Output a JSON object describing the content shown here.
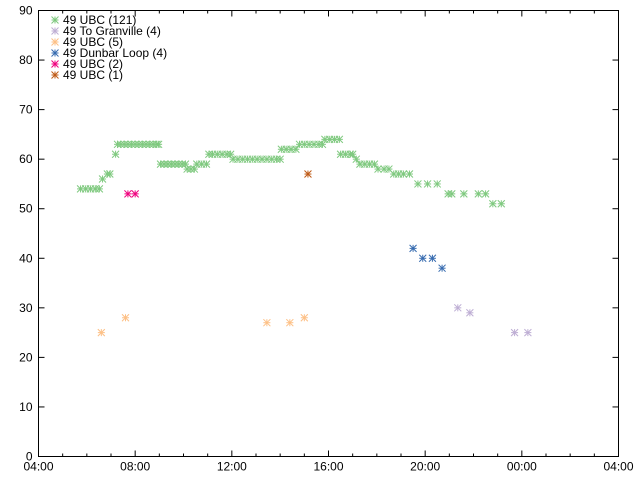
{
  "chart_data": {
    "type": "scatter",
    "title": "",
    "xlabel": "",
    "ylabel": "",
    "x_unit": "hours",
    "xlim": [
      4,
      28
    ],
    "ylim": [
      0,
      90
    ],
    "x_ticks": [
      4,
      8,
      12,
      16,
      20,
      24,
      28
    ],
    "x_tick_labels": [
      "04:00",
      "08:00",
      "12:00",
      "16:00",
      "20:00",
      "00:00",
      "04:00"
    ],
    "y_ticks": [
      0,
      10,
      20,
      30,
      40,
      50,
      60,
      70,
      80,
      90
    ],
    "y_tick_labels": [
      "0",
      "10",
      "20",
      "30",
      "40",
      "50",
      "60",
      "70",
      "80",
      "90"
    ],
    "grid": false,
    "legend_position": "top-left",
    "series": [
      {
        "name": "49 UBC (121)",
        "color": "#7fc97f",
        "points": [
          [
            5.74,
            54
          ],
          [
            5.95,
            54
          ],
          [
            6.15,
            54
          ],
          [
            6.35,
            54
          ],
          [
            6.52,
            54
          ],
          [
            6.65,
            56
          ],
          [
            6.85,
            57
          ],
          [
            6.95,
            57
          ],
          [
            7.19,
            61
          ],
          [
            7.27,
            63
          ],
          [
            7.4,
            63
          ],
          [
            7.55,
            63
          ],
          [
            7.7,
            63
          ],
          [
            7.85,
            63
          ],
          [
            8.0,
            63
          ],
          [
            8.15,
            63
          ],
          [
            8.3,
            63
          ],
          [
            8.45,
            63
          ],
          [
            8.6,
            63
          ],
          [
            8.75,
            63
          ],
          [
            8.9,
            63
          ],
          [
            8.97,
            63
          ],
          [
            9.05,
            59
          ],
          [
            9.2,
            59
          ],
          [
            9.35,
            59
          ],
          [
            9.5,
            59
          ],
          [
            9.65,
            59
          ],
          [
            9.8,
            59
          ],
          [
            9.95,
            59
          ],
          [
            10.08,
            59
          ],
          [
            10.15,
            58
          ],
          [
            10.3,
            58
          ],
          [
            10.45,
            58
          ],
          [
            10.55,
            59
          ],
          [
            10.75,
            59
          ],
          [
            10.95,
            59
          ],
          [
            11.05,
            61
          ],
          [
            11.2,
            61
          ],
          [
            11.4,
            61
          ],
          [
            11.6,
            61
          ],
          [
            11.8,
            61
          ],
          [
            11.95,
            61
          ],
          [
            12.05,
            60
          ],
          [
            12.25,
            60
          ],
          [
            12.45,
            60
          ],
          [
            12.65,
            60
          ],
          [
            12.85,
            60
          ],
          [
            13.05,
            60
          ],
          [
            13.25,
            60
          ],
          [
            13.45,
            60
          ],
          [
            13.65,
            60
          ],
          [
            13.85,
            60
          ],
          [
            14.0,
            60
          ],
          [
            14.05,
            62
          ],
          [
            14.25,
            62
          ],
          [
            14.45,
            62
          ],
          [
            14.65,
            62
          ],
          [
            14.8,
            63
          ],
          [
            15.0,
            63
          ],
          [
            15.2,
            63
          ],
          [
            15.4,
            63
          ],
          [
            15.6,
            63
          ],
          [
            15.75,
            63
          ],
          [
            15.85,
            64
          ],
          [
            16.05,
            64
          ],
          [
            16.25,
            64
          ],
          [
            16.45,
            64
          ],
          [
            16.5,
            61
          ],
          [
            16.7,
            61
          ],
          [
            16.9,
            61
          ],
          [
            17.0,
            61
          ],
          [
            17.15,
            60
          ],
          [
            17.3,
            59
          ],
          [
            17.5,
            59
          ],
          [
            17.7,
            59
          ],
          [
            17.9,
            59
          ],
          [
            18.05,
            58
          ],
          [
            18.3,
            58
          ],
          [
            18.5,
            58
          ],
          [
            18.7,
            57
          ],
          [
            18.9,
            57
          ],
          [
            19.1,
            57
          ],
          [
            19.35,
            57
          ],
          [
            19.7,
            55
          ],
          [
            20.1,
            55
          ],
          [
            20.5,
            55
          ],
          [
            20.95,
            53
          ],
          [
            21.1,
            53
          ],
          [
            21.6,
            53
          ],
          [
            22.2,
            53
          ],
          [
            22.5,
            53
          ],
          [
            22.8,
            51
          ],
          [
            23.15,
            51
          ]
        ]
      },
      {
        "name": "49 To Granville (4)",
        "color": "#beaed4",
        "points": [
          [
            21.35,
            30
          ],
          [
            21.85,
            29
          ],
          [
            23.7,
            25
          ],
          [
            24.25,
            25
          ]
        ]
      },
      {
        "name": "49 UBC (5)",
        "color": "#fdc086",
        "points": [
          [
            6.6,
            25
          ],
          [
            7.6,
            28
          ],
          [
            13.45,
            27
          ],
          [
            14.4,
            27
          ],
          [
            15.0,
            28
          ]
        ]
      },
      {
        "name": "49 Dunbar Loop (4)",
        "color": "#386cb0",
        "points": [
          [
            19.5,
            42
          ],
          [
            19.9,
            40
          ],
          [
            20.3,
            40
          ],
          [
            20.7,
            38
          ]
        ]
      },
      {
        "name": "49 UBC (2)",
        "color": "#f0027f",
        "points": [
          [
            7.7,
            53
          ],
          [
            8.0,
            53
          ]
        ]
      },
      {
        "name": "49 UBC (1)",
        "color": "#bf5b17",
        "points": [
          [
            15.15,
            57
          ]
        ]
      }
    ]
  }
}
